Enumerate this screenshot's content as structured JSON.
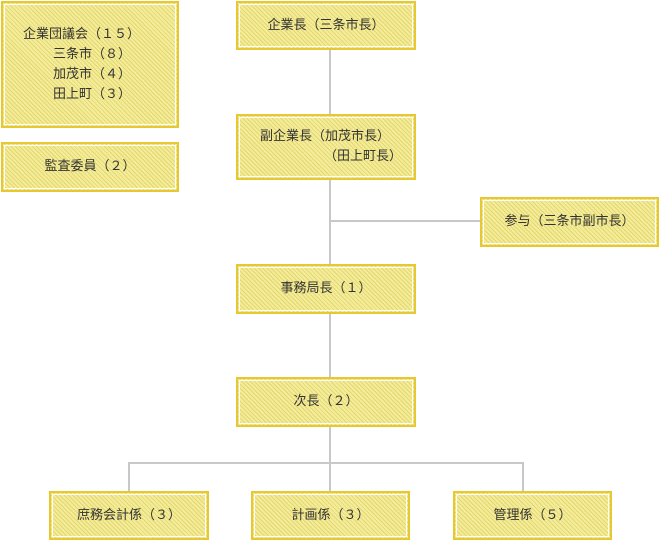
{
  "committee": {
    "title": "企業団議会（１５）",
    "members": [
      "三条市（８）",
      "加茂市（４）",
      "田上町（３）"
    ]
  },
  "auditors": "監査委員（２）",
  "head": "企業長（三条市長）",
  "vice_head": {
    "line1": "副企業長（加茂市長）",
    "line2": "（田上町長）"
  },
  "counselor": "参与（三条市副市長）",
  "secretary_general": "事務局長（１）",
  "deputy": "次長（２）",
  "sections": [
    "庶務会計係（３）",
    "計画係（３）",
    "管理係（５）"
  ],
  "colors": {
    "box_border": "#e8c830",
    "box_fill": "#f3ec9a",
    "connector": "#c8c8c8"
  }
}
